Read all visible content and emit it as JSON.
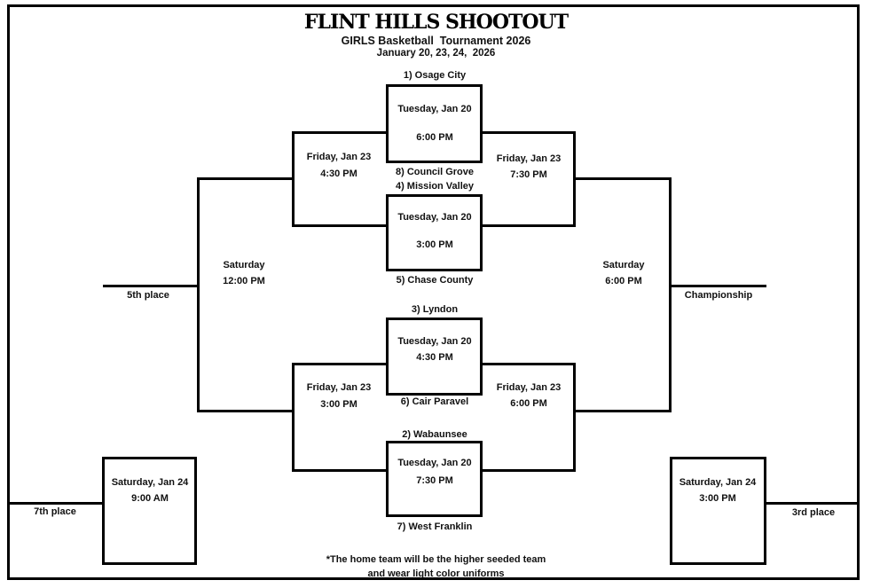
{
  "header": {
    "title": "FLINT HILLS SHOOTOUT",
    "subtitle": "GIRLS Basketball  Tournament 2026",
    "dates": "January 20, 23, 24,  2026"
  },
  "first_round": {
    "game1": {
      "top_team": "1) Osage City",
      "day": "Tuesday, Jan 20",
      "time": "6:00 PM",
      "bottom_team": "8) Council Grove"
    },
    "game2": {
      "top_team": "4) Mission Valley",
      "day": "Tuesday, Jan 20",
      "time": "3:00 PM",
      "bottom_team": "5) Chase County"
    },
    "game3": {
      "top_team": "3) Lyndon",
      "day": "Tuesday, Jan 20",
      "time": "4:30 PM",
      "bottom_team": "6) Cair Paravel"
    },
    "game4": {
      "top_team": "2) Wabaunsee",
      "day": "Tuesday, Jan 20",
      "time": "7:30 PM",
      "bottom_team": "7) West Franklin"
    }
  },
  "consolation_semifinals": {
    "upper": {
      "day": "Friday, Jan 23",
      "time": "4:30 PM"
    },
    "lower": {
      "day": "Friday, Jan 23",
      "time": "3:00 PM"
    }
  },
  "winners_semifinals": {
    "upper": {
      "day": "Friday, Jan 23",
      "time": "7:30 PM"
    },
    "lower": {
      "day": "Friday, Jan 23",
      "time": "6:00 PM"
    }
  },
  "placement_games": {
    "fifth": {
      "day": "Saturday",
      "time": "12:00 PM",
      "label": "5th place"
    },
    "championship": {
      "day": "Saturday",
      "time": "6:00 PM",
      "label": "Championship"
    },
    "seventh": {
      "day": "Saturday, Jan 24",
      "time": "9:00 AM",
      "label": "7th place"
    },
    "third": {
      "day": "Saturday, Jan 24",
      "time": "3:00 PM",
      "label": "3rd place"
    }
  },
  "footnote": {
    "line1": "*The home team will be the higher seeded team",
    "line2": "and wear light color uniforms"
  },
  "colors": {
    "line": "#000000",
    "text": "#111111",
    "background": "#ffffff"
  }
}
